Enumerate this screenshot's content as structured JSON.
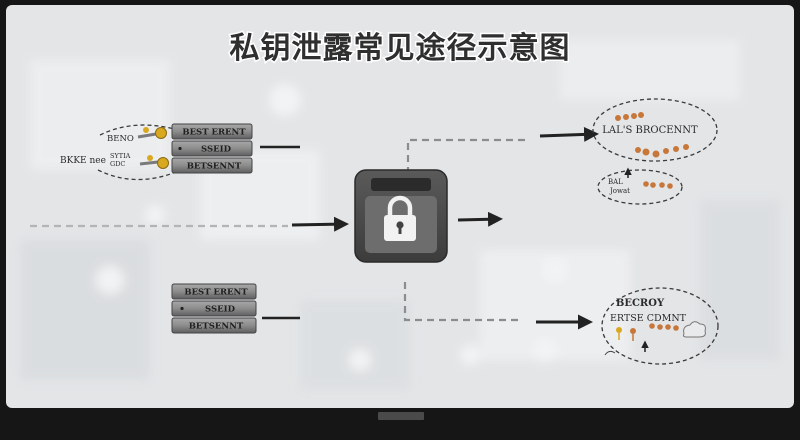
{
  "title": "私钥泄露常见途径示意图",
  "left_keys": {
    "label_top": "BENO",
    "label_left": "BKKE nee",
    "label_small_1": "SYTIA",
    "label_small_2": "GDC"
  },
  "server_top": {
    "line1": "BEST ERENT",
    "line2": "SSEID",
    "line3": "BETSENNT"
  },
  "server_bottom": {
    "line1": "BEST ERENT",
    "line2": "SSEID",
    "line3": "BETSENNT"
  },
  "lock": {
    "icon": "padlock-icon"
  },
  "bubble_top": {
    "label": "LAL'S BROCENNT"
  },
  "bubble_mid": {
    "line1": "BAL",
    "line2": "Jowat"
  },
  "bubble_bottom": {
    "line1": "BECROY",
    "line2": "ERTSE CDMNT"
  },
  "colors": {
    "screen": "#e3e5e7",
    "bezel": "#161616",
    "arrow": "#222222",
    "dashed": "#8c8c8c",
    "key_yellow": "#d9a821",
    "key_orange": "#c7773a",
    "lockbox": "#4b4b4b"
  }
}
